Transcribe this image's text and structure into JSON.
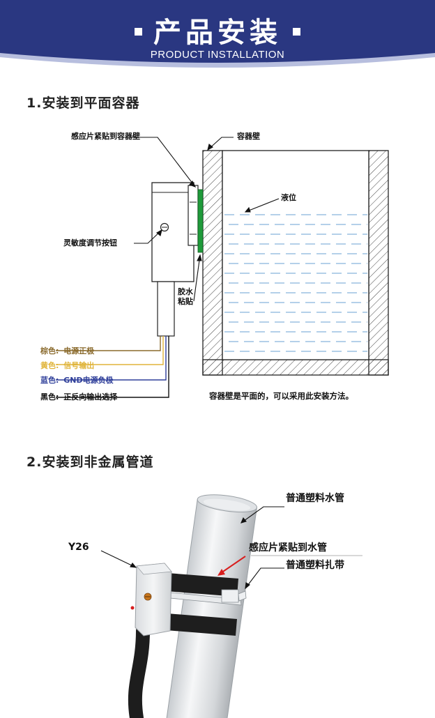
{
  "header": {
    "title": "产品安装",
    "subtitle": "PRODUCT INSTALLATION"
  },
  "section1": {
    "title": "1.安装到平面容器",
    "labels": {
      "sensor_to_wall": "感应片紧贴到容器壁",
      "container_wall": "容器壁",
      "liquid_level": "液位",
      "sensitivity_knob": "灵敏度调节按钮",
      "glue_line1": "胶水",
      "glue_line2": "粘贴"
    },
    "wires": [
      {
        "color_name": "棕色:",
        "desc": "电源正极",
        "color": "#8a6a2c"
      },
      {
        "color_name": "黄色:",
        "desc": "信号输出",
        "color": "#e0b43a"
      },
      {
        "color_name": "蓝色:",
        "desc": "GND电源负极",
        "color": "#2f3f9a"
      },
      {
        "color_name": "黑色:",
        "desc": "正反向输出选择",
        "color": "#111111"
      }
    ],
    "note": "容器壁是平面的，可以采用此安装方法。"
  },
  "section2": {
    "title": "2.安装到非金属管道",
    "labels": {
      "model": "Y26",
      "pipe": "普通塑料水管",
      "sensor_to_pipe": "感应片紧贴到水管",
      "cable_tie": "普通塑料扎带"
    }
  },
  "colors": {
    "banner_blue": "#2a3781",
    "banner_accent": "#b7bede",
    "liquid_line": "#86b4dc",
    "sensor_green": "#1f9a3a",
    "arrow_red": "#d81e1e"
  }
}
